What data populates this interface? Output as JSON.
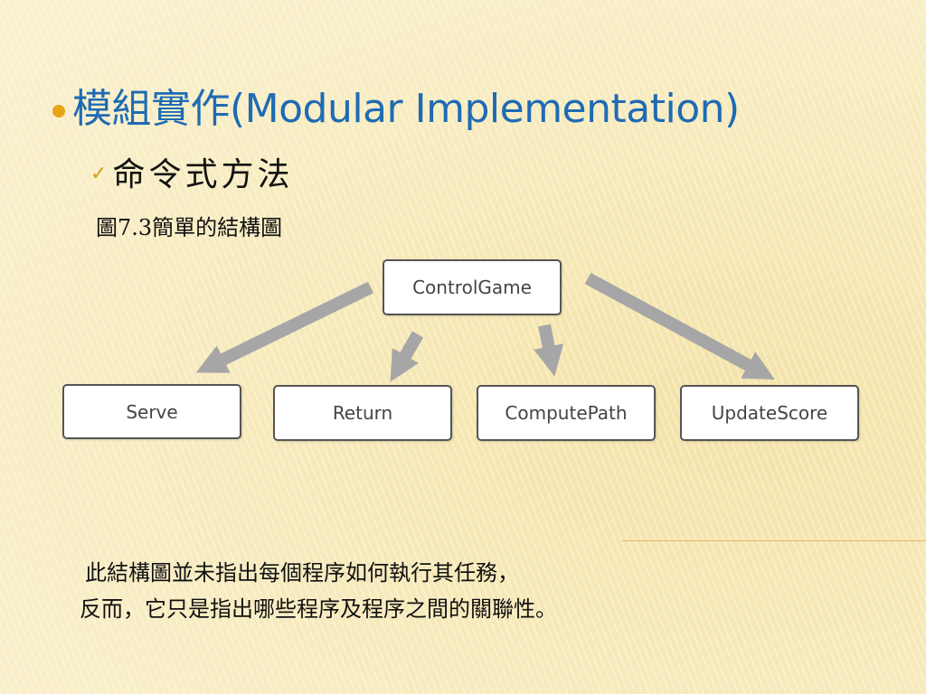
{
  "slide": {
    "title": "模組實作(Modular Implementation)",
    "subitem": "命令式方法",
    "caption": "圖7.3簡單的結構圖",
    "note_line1": "此結構圖並未指出每個程序如何執行其任務，",
    "note_line2": "反而，它只是指出哪些程序及程序之間的關聯性。"
  },
  "diagram": {
    "root": "ControlGame",
    "children": [
      "Serve",
      "Return",
      "ComputePath",
      "UpdateScore"
    ]
  },
  "icons": {
    "bullet": "circle-bullet-icon",
    "subbullet": "checkmark-icon"
  },
  "colors": {
    "title": "#1f6bb3",
    "bullet": "#e8a317",
    "arrow": "#a6a6a6",
    "background": "#f7ebbe"
  }
}
